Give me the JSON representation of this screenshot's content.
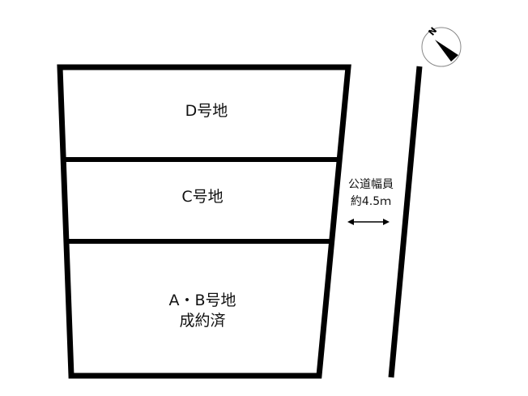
{
  "lots": [
    {
      "id": "D",
      "label": "D号地",
      "status": ""
    },
    {
      "id": "C",
      "label": "C号地",
      "status": ""
    },
    {
      "id": "AB",
      "label": "A・B号地",
      "status": "成約済"
    }
  ],
  "road": {
    "label": "公道幅員",
    "width": "約4.5ｍ",
    "arrow_icon": "double-arrow-icon"
  },
  "compass": {
    "north_label": "N",
    "icon": "compass-north-icon"
  },
  "colors": {
    "line": "#000000",
    "text": "#111111",
    "background": "#ffffff",
    "compass_ring": "#888888"
  }
}
